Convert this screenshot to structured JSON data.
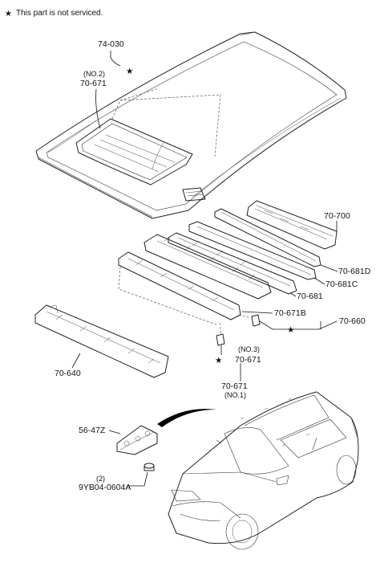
{
  "legend": {
    "star": "★",
    "note": "This part is not serviced."
  },
  "labels": {
    "l74030": "74-030",
    "l70671_no2_paren": "(NO.2)",
    "l70671_no2": "70-671",
    "l70700": "70-700",
    "l70681D": "70-681D",
    "l70681C": "70-681C",
    "l70681": "70-681",
    "l70671B": "70-671B",
    "l70660": "70-660",
    "l70640": "70-640",
    "l70671_no3_paren": "(NO.3)",
    "l70671_no3": "70-671",
    "l70671_no1": "70-671",
    "l70671_no1_paren": "(NO.1)",
    "l5647Z": "56-47Z",
    "l2": "(2)",
    "l9YB": "9YB04-0604A"
  },
  "colors": {
    "line": "#222222",
    "arrow": "#000000"
  }
}
